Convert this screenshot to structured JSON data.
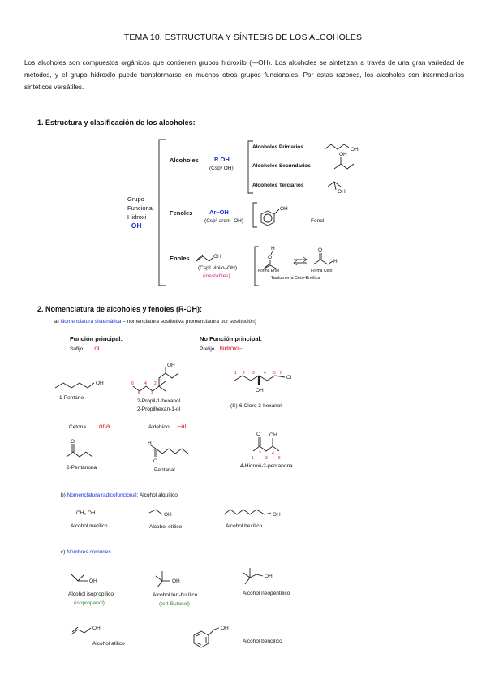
{
  "title": "TEMA 10. ESTRUCTURA Y SÍNTESIS DE LOS ALCOHOLES",
  "intro": "Los alcoholes son compuestos orgánicos que contienen grupos hidroxilo (—OH). Los alcoholes se sintetizan a través de una gran variedad de métodos, y el grupo hidroxilo puede transformarse en muchos otros grupos funcionales. Por estas razones, los alcoholes son intermediarios sintéticos versátiles.",
  "section1": {
    "heading": "1.   Estructura y clasificación de los alcoholes:",
    "group": {
      "line1": "Grupo",
      "line2": "Funcional",
      "line3": "Hidroxi",
      "oh": "–OH"
    },
    "alcoholes": {
      "label": "Alcoholes",
      "formula": "R  OH",
      "note": "(Csp³  OH)",
      "primarios": "Alcoholes Primarios",
      "secundarios": "Alcoholes Secundarios",
      "terciarios": "Alcoholes Terciarios",
      "oh": "OH"
    },
    "fenoles": {
      "label": "Fenoles",
      "formula": "Ar–OH",
      "note": "(Csp² arom–OH)",
      "fenol": "Fenol",
      "oh": "OH"
    },
    "enoles": {
      "label": "Enoles",
      "note": "(Csp² vinilo–OH)",
      "inestables": "(inestables)",
      "forma_enol": "Forma Enol",
      "forma_ceto": "Forma Ceto",
      "tautomeria": "Tautomería Ceto-Enólica",
      "oh": "OH",
      "o": "O",
      "h": "H"
    }
  },
  "section2": {
    "heading": "2.   Nomenclatura de alcoholes y fenoles (R-OH):",
    "a_letter": "a) ",
    "a_title": "Nomenclatura sistemática",
    "a_rest": " – nomenclatura sustitutiva (nomenclatura por sustitución)",
    "funcion_principal": "Función principal:",
    "sufijo": "Sufijo",
    "sufijo_val": "ol",
    "no_funcion": "No Función principal:",
    "prefijo": "Prefijo",
    "prefijo_val": "hidroxi–",
    "pentanol": "1-Pentanol",
    "propil1": "2-Propil-1-hexanol",
    "propil2": "2-Propilhexan-1-ol",
    "cloro": "(S)-6-Cloro-3-hexanol",
    "cetona": "Cetona",
    "cetona_val": "ona",
    "aldehido": "Aldehído",
    "aldehido_val": "–al",
    "pentanona": "2-Pentanona",
    "pentanal": "Pentanal",
    "hidroxipent": "4-Hidroxi-2-pentanona",
    "b_letter": "b) ",
    "b_title": "Nomenclatura radicofuncional:",
    "b_rest": "  Alcohol alquílico",
    "metilico": "Alcohol metílico",
    "etilico": "Alcohol etílico",
    "hexilico": "Alcohol hexílico",
    "ch3oh": "CH₃ OH",
    "c_letter": "c) ",
    "c_title": "Nombres comunes",
    "isopropilico": "Alcohol isopropílico",
    "isopropanol": "(isopropanol)",
    "tertbutilico": "Alcohol tert-butílico",
    "tertbutanol": "(tert-Butanol)",
    "neopentilico": "Alcohol neopentílico",
    "alilico": "Alcohol alílico",
    "bencilico": "Alcohol bencílico",
    "oh": "OH",
    "o": "O",
    "h": "H",
    "cl": "Cl",
    "n1": "1",
    "n2": "2",
    "n3": "3",
    "n4": "4",
    "n5": "5",
    "n6": "6"
  }
}
